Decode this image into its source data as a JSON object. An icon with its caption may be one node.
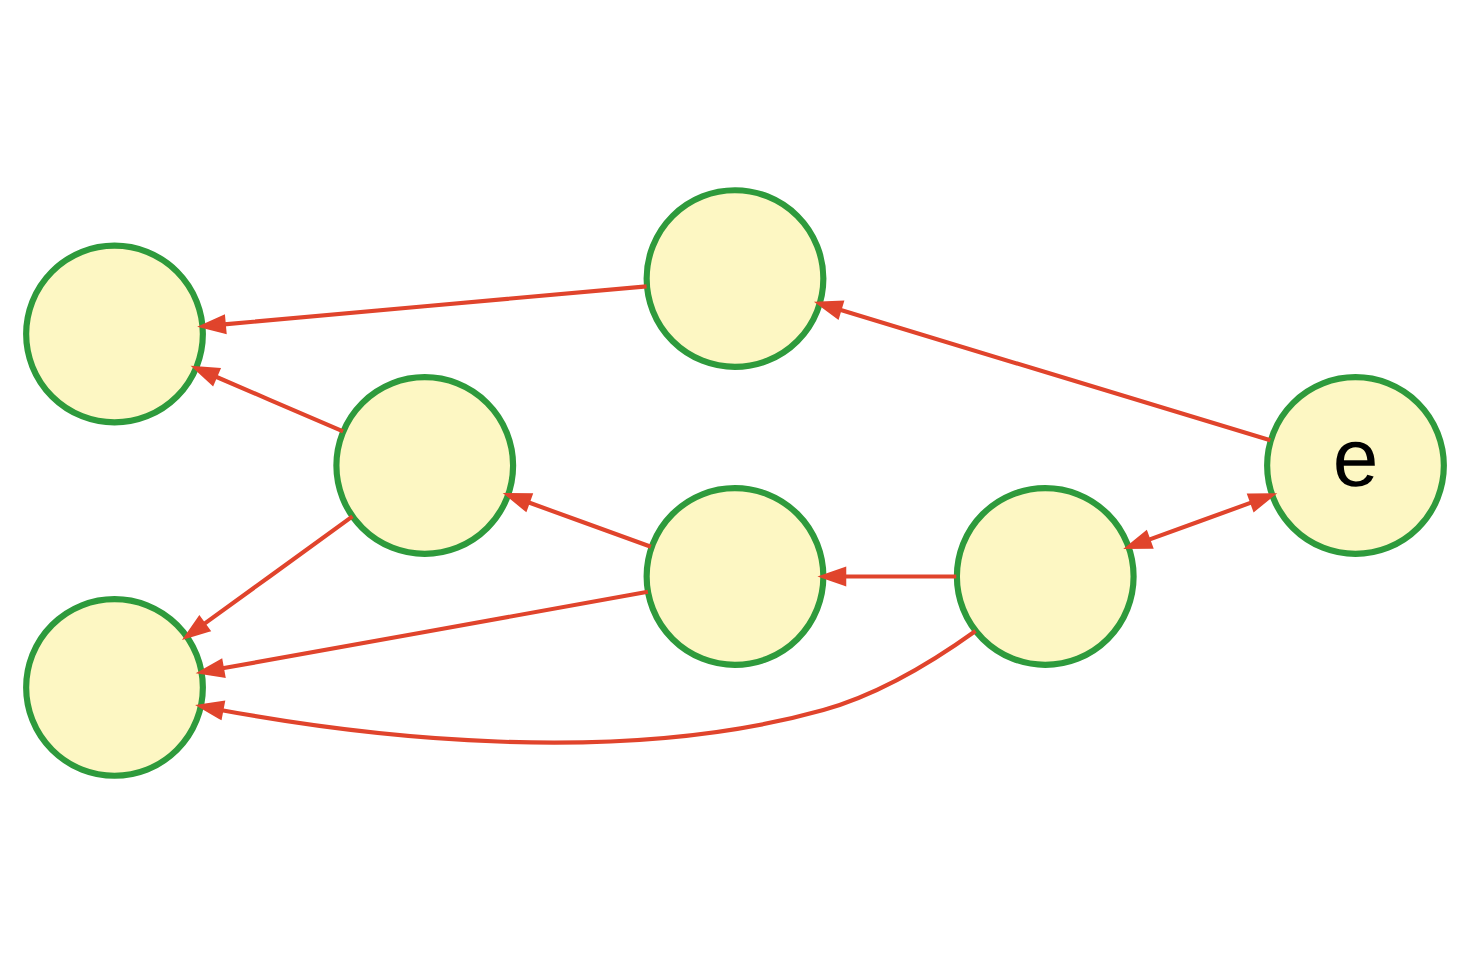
{
  "diagram": {
    "nodes": [
      {
        "text": [],
        "shape": "circle"
      },
      {
        "text": [],
        "shape": "circle"
      },
      {
        "text": [],
        "shape": "circle"
      },
      {
        "text": [],
        "shape": "circle"
      },
      {
        "text": [],
        "shape": "circle"
      },
      {
        "text": [
          "e"
        ]
      },
      {
        "text": [],
        "shape": "circle"
      }
    ],
    "edges": [
      {
        "from": 1,
        "to": 0,
        "arrow": "to"
      },
      {
        "from": 2,
        "to": 0,
        "arrow": "to"
      },
      {
        "from": 1,
        "to": 3,
        "arrow": "to"
      },
      {
        "from": 4,
        "to": 1,
        "arrow": "to"
      },
      {
        "from": 4,
        "to": 3,
        "arrow": "to"
      },
      {
        "from": 5,
        "to": 2,
        "arrow": "to"
      },
      {
        "from": 6,
        "to": 3,
        "arrow": "to"
      },
      {
        "from": 6,
        "to": 4,
        "arrow": "to"
      },
      {
        "from": 5,
        "to": 6,
        "arrow": "both"
      }
    ]
  }
}
